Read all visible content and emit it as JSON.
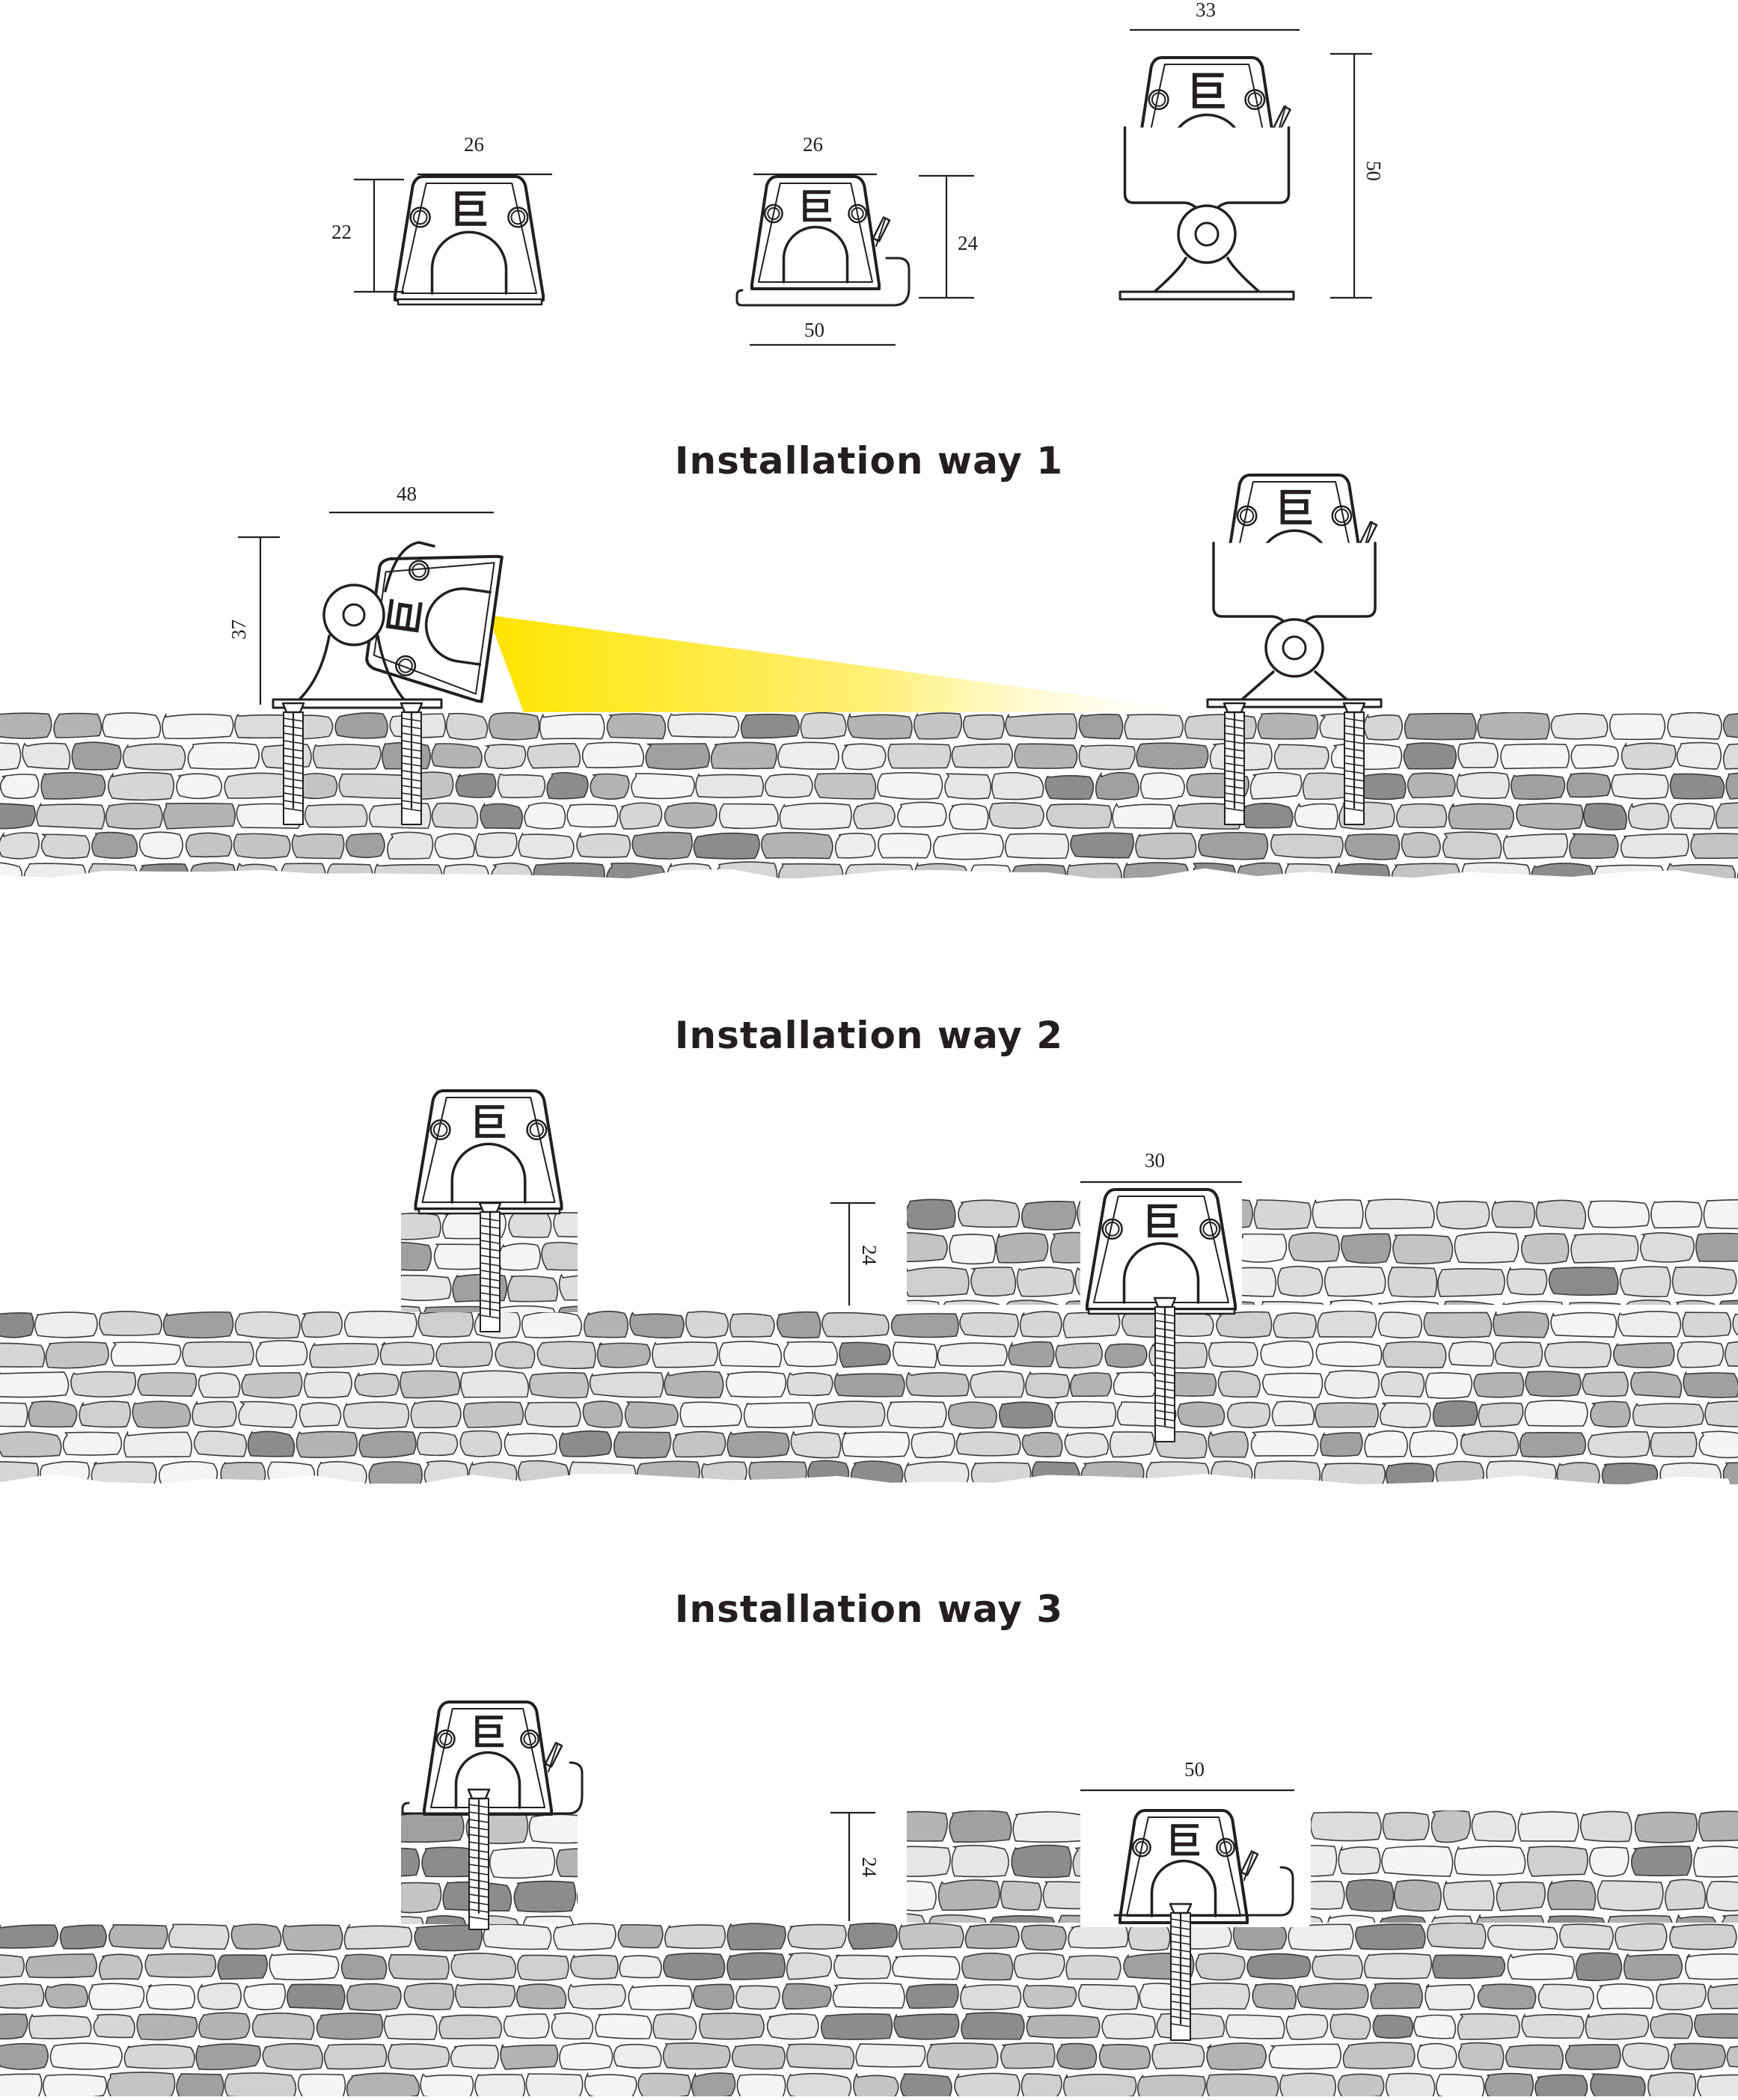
{
  "sections": {
    "title_1": "Installation way 1",
    "title_2": "Installation way 2",
    "title_3": "Installation way 3"
  },
  "dimensions": {
    "top_left_width": "26",
    "top_left_height": "22",
    "top_mid_width": "26",
    "top_mid_height": "24",
    "top_mid_base": "50",
    "top_right_width": "33",
    "top_right_height": "50",
    "way1_width": "48",
    "way1_height": "37",
    "way2_width": "30",
    "way2_height": "24",
    "way3_width": "50",
    "way3_height": "24"
  },
  "product_logo": "巨",
  "colors": {
    "line": "#231f20",
    "beam": "#ffe000",
    "stone_light": "#f2f2f2",
    "stone_mid": "#bdbdbd",
    "stone_dark": "#8a8a8a"
  }
}
